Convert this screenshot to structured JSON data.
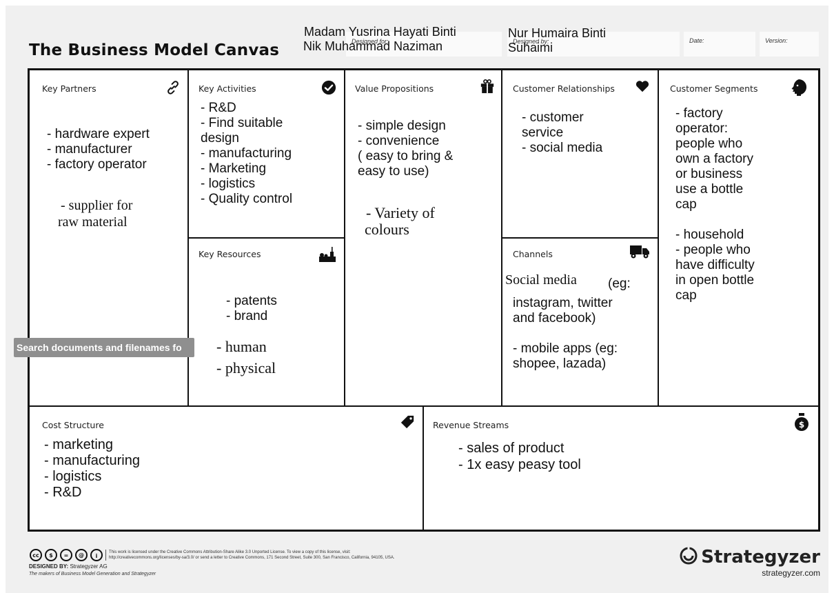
{
  "header": {
    "title": "The Business Model Canvas",
    "designed_for_label": "Designed for:",
    "designed_for_value_line1": "Madam Yusrina Hayati Binti",
    "designed_for_value_line2": "Nik Muhammad Naziman",
    "designed_by_label": "Designed by:",
    "designed_by_value_line1": "Nur Humaira Binti",
    "designed_by_value_line2": "Suhaimi",
    "date_label": "Date:",
    "version_label": "Version:"
  },
  "blocks": {
    "key_partners": {
      "label": "Key Partners",
      "icon": "link-icon",
      "items": [
        "- hardware expert",
        "- manufacturer",
        "- factory operator"
      ],
      "serif_items": [
        "- supplier for",
        "raw material"
      ]
    },
    "key_activities": {
      "label": "Key Activities",
      "icon": "check-circle-icon",
      "items": [
        "- R&D",
        "- Find suitable",
        "design",
        "- manufacturing",
        "- Marketing",
        "- logistics",
        "- Quality control"
      ]
    },
    "key_resources": {
      "label": "Key Resources",
      "icon": "factory-icon",
      "items": [
        "- patents",
        "- brand"
      ],
      "serif_items": [
        "- human",
        "- physical"
      ]
    },
    "value_propositions": {
      "label": "Value Propositions",
      "icon": "gift-icon",
      "items": [
        "- simple design",
        "- convenience",
        "( easy to bring &",
        "easy to use)"
      ],
      "serif_items": [
        "- Variety of",
        "colours"
      ]
    },
    "customer_relationships": {
      "label": "Customer Relationships",
      "icon": "heart-icon",
      "items": [
        "- customer",
        "service",
        "- social media"
      ]
    },
    "channels": {
      "label": "Channels",
      "icon": "truck-icon",
      "serif_head": "Social media",
      "items_first": "(eg:",
      "items": [
        "instagram, twitter",
        "and facebook)",
        "",
        "- mobile apps (eg:",
        "shopee, lazada)"
      ]
    },
    "customer_segments": {
      "label": "Customer Segments",
      "icon": "face-icon",
      "items": [
        "- factory",
        "operator:",
        "people who",
        "own a factory",
        "or business",
        "use a bottle",
        "cap",
        "",
        "- household",
        "- people who",
        "have difficulty",
        "in open bottle",
        "cap"
      ]
    },
    "cost_structure": {
      "label": "Cost Structure",
      "icon": "tag-icon",
      "items": [
        "- marketing",
        "- manufacturing",
        "- logistics",
        "- R&D"
      ]
    },
    "revenue_streams": {
      "label": "Revenue Streams",
      "icon": "money-bag-icon",
      "items": [
        "- sales of product",
        "- 1x easy peasy tool"
      ]
    }
  },
  "tooltip": {
    "text": "Search documents and filenames fo"
  },
  "footer": {
    "license_line1": "This work is licensed under the Creative Commons Attribution-Share Alike 3.0 Unported License. To view a copy of this license, visit:",
    "license_line2": "http://creativecommons.org/licenses/by-sa/3.0/ or send a letter to Creative Commons, 171 Second Street, Suite 300, San Francisco, California, 94105, USA.",
    "designed_by_label": "DESIGNED BY:",
    "designed_by": "Strategyzer AG",
    "tagline": "The makers of Business Model Generation and Strategyzer",
    "brand": "Strategyzer",
    "url": "strategyzer.com"
  }
}
